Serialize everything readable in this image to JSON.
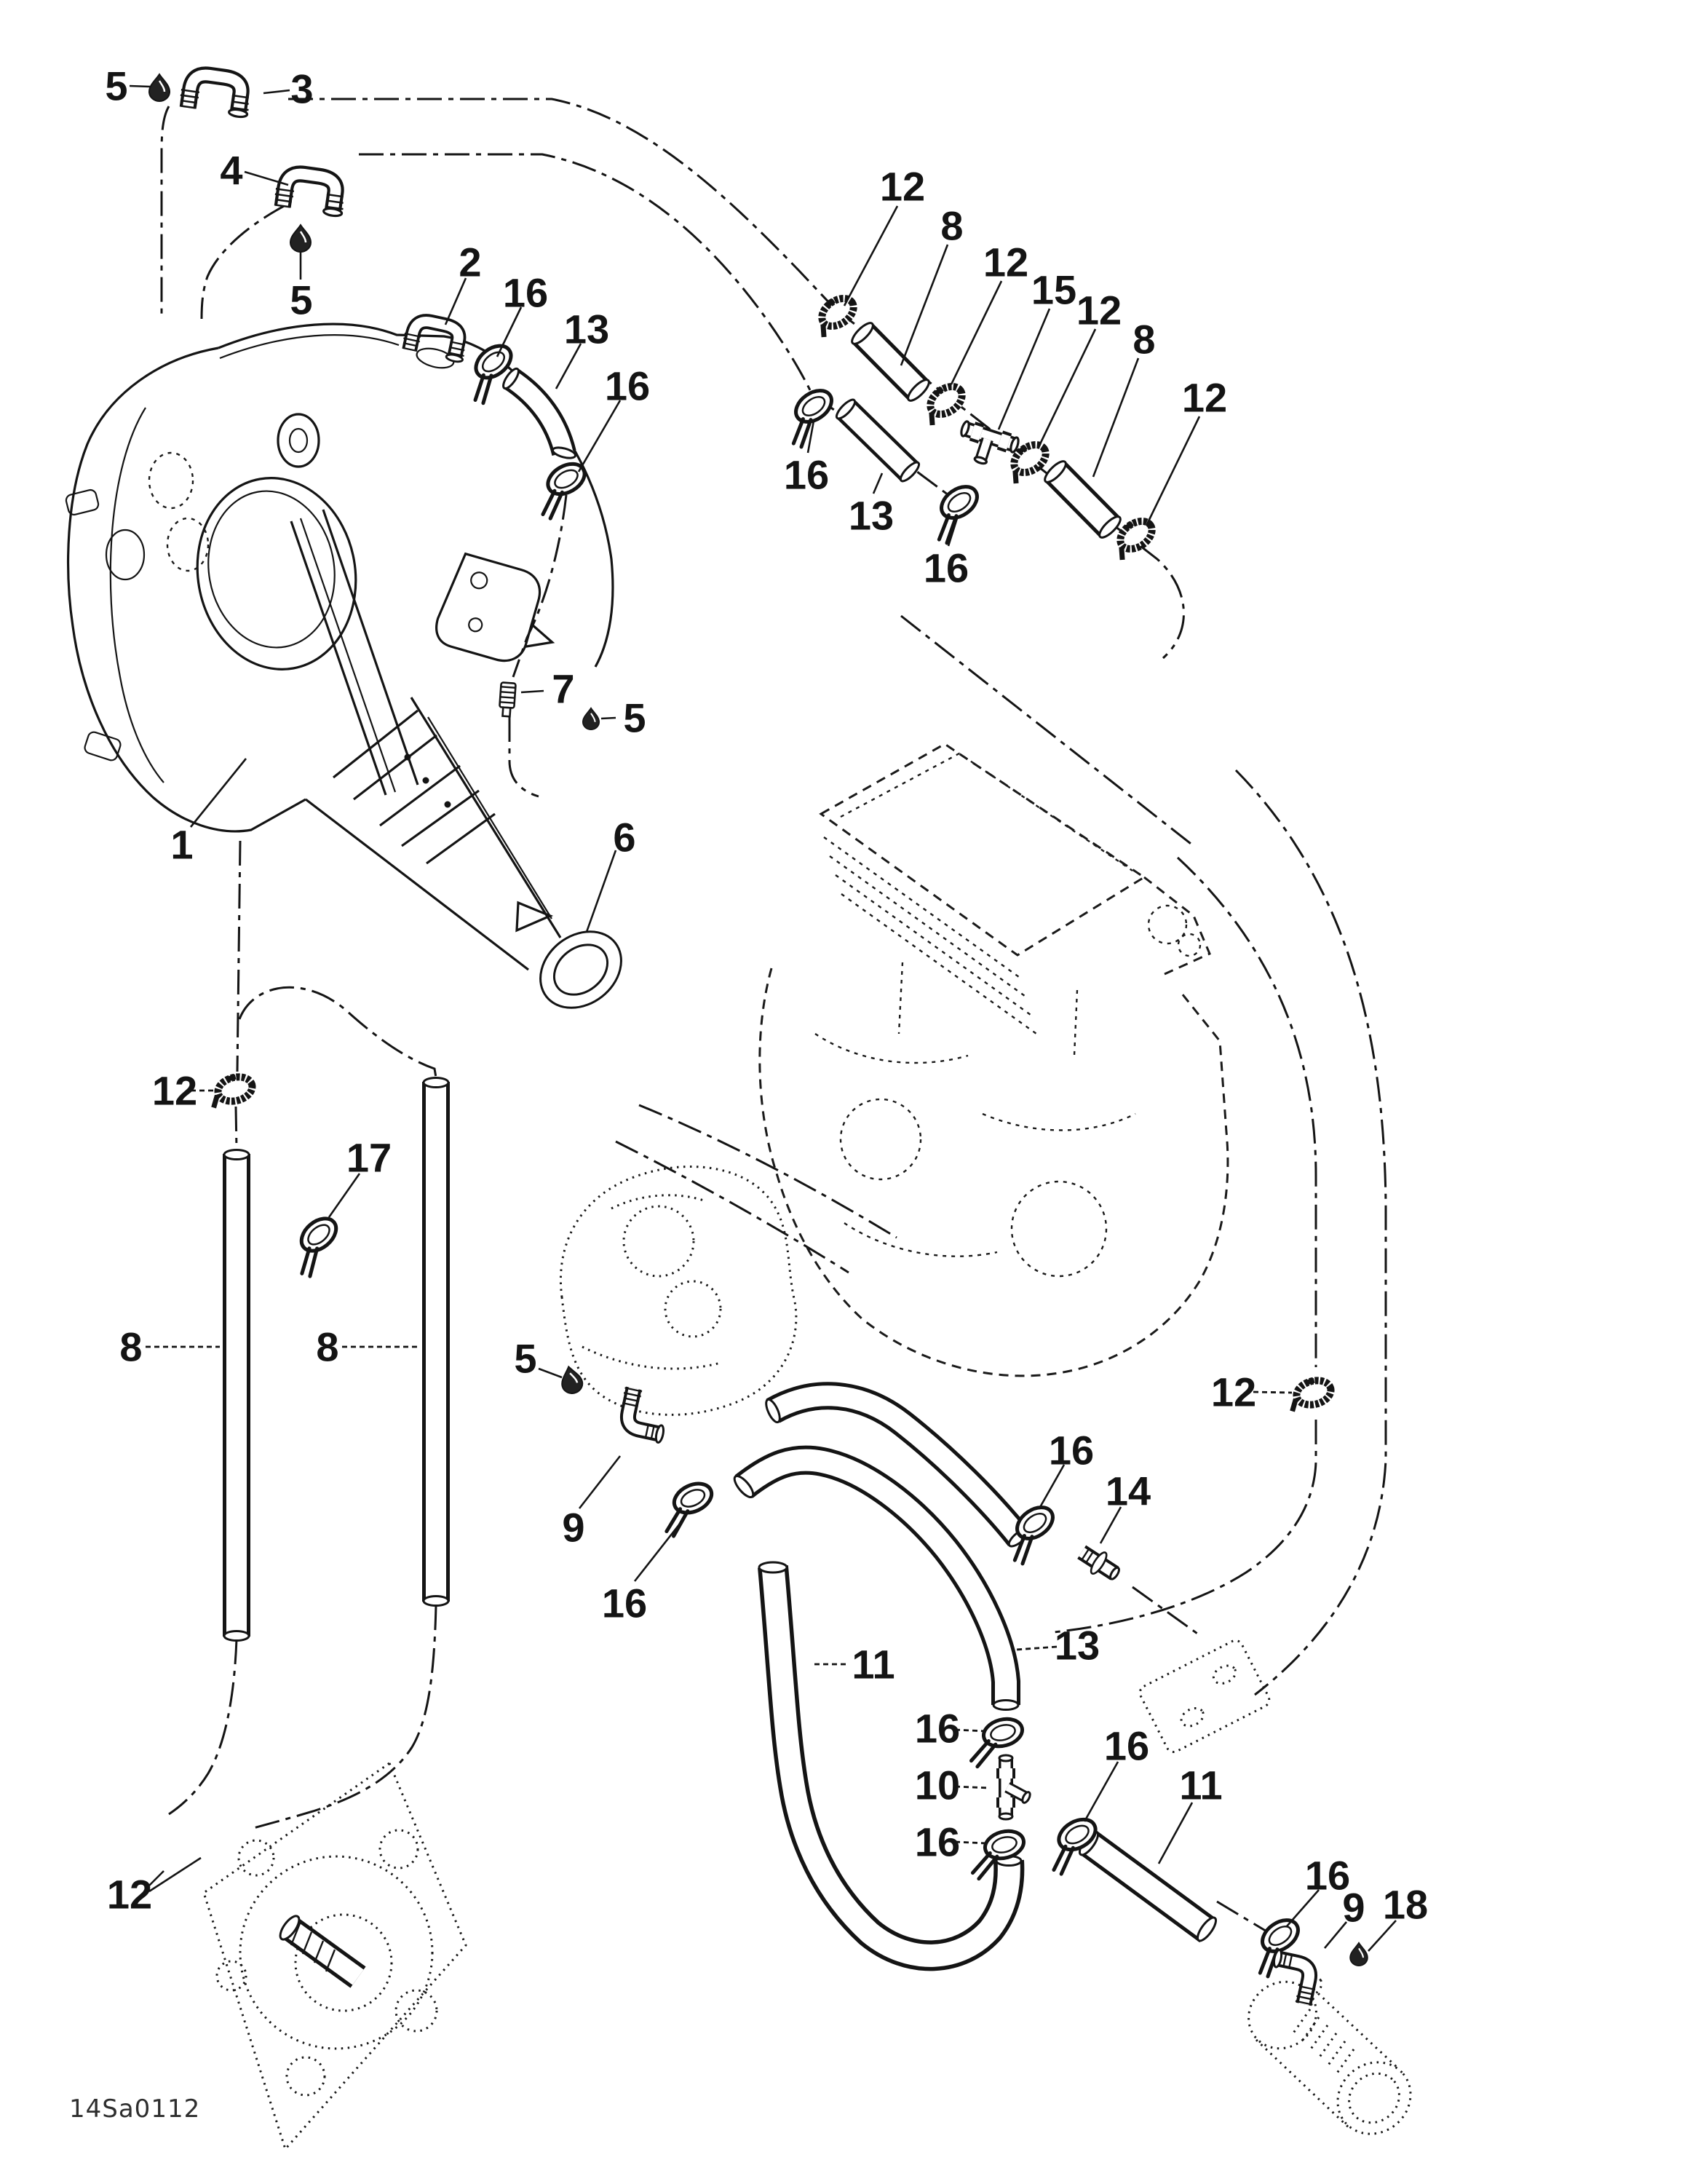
{
  "figure": {
    "code": "14Sa0112"
  },
  "colors": {
    "ink": "#141414",
    "paper": "#ffffff"
  },
  "callouts": [
    "5",
    "3",
    "4",
    "5",
    "2",
    "16",
    "13",
    "16",
    "12",
    "8",
    "12",
    "15",
    "12",
    "8",
    "12",
    "16",
    "13",
    "16",
    "7",
    "5",
    "1",
    "6",
    "12",
    "17",
    "8",
    "8",
    "12",
    "5",
    "9",
    "16",
    "16",
    "14",
    "13",
    "11",
    "16",
    "10",
    "16",
    "16",
    "11",
    "16",
    "9",
    "18",
    "12"
  ],
  "parts_visible": {
    "solid_parts": [
      "tuned-pipe-muffler",
      "outlet-cone",
      "elbow-fittings",
      "gaskets",
      "hoses",
      "clamps",
      "tee-fitting",
      "inline-fitting",
      "flush-fitting",
      "plug"
    ],
    "phantom_parts": [
      "engine-block",
      "jet-pump-housing",
      "pump-mounting-flange",
      "thru-hull-plate",
      "water-box-cylinder"
    ]
  }
}
